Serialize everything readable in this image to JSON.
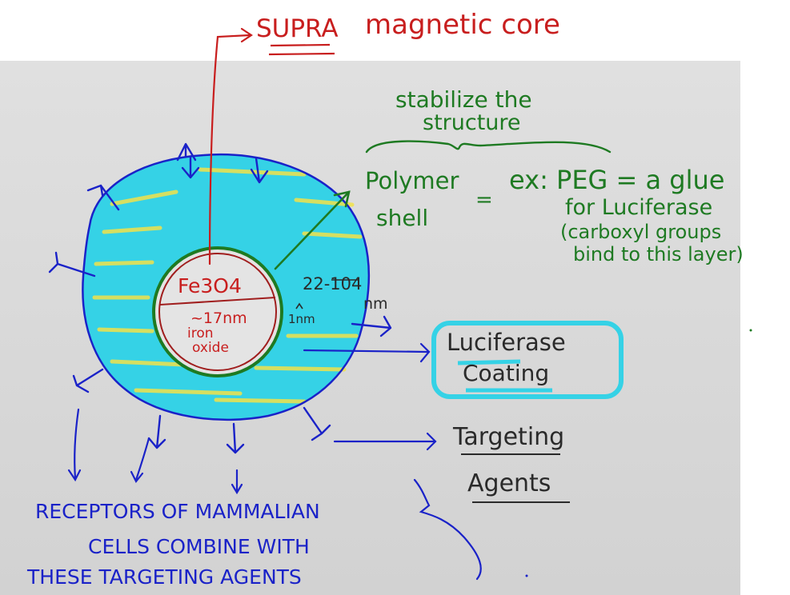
{
  "core_title": {
    "supra": "SUPRA",
    "rest": "magnetic core"
  },
  "stabilize": {
    "line1": "stabilize the",
    "line2": "structure"
  },
  "polymer": {
    "line1": "Polymer",
    "line2": "shell",
    "equals": "="
  },
  "example": {
    "line1": "ex: PEG = a glue",
    "line2": "for Luciferase",
    "line3": "(carboxyl groups",
    "line4": "bind to this layer)"
  },
  "core": {
    "formula": "Fe3O4",
    "size": "~17nm",
    "name1": "iron",
    "name2": "oxide"
  },
  "thickness": {
    "range": "22-104",
    "unit": "nm",
    "shell": "1nm"
  },
  "luciferase": {
    "line1": "Luciferase",
    "line2": "Coating"
  },
  "targeting": {
    "line1": "Targeting",
    "line2": "Agents"
  },
  "receptors": {
    "line1": "RECEPTORS OF MAMMALIAN",
    "line2": "CELLS COMBINE WITH",
    "line3": "THESE TARGETING AGENTS"
  },
  "colors": {
    "red": "#c81e1e",
    "green": "#1e7a22",
    "blue": "#1a22c8",
    "cyan": "#35d2e6",
    "yellow": "#f2e24a",
    "board": "#dcdcdc"
  }
}
